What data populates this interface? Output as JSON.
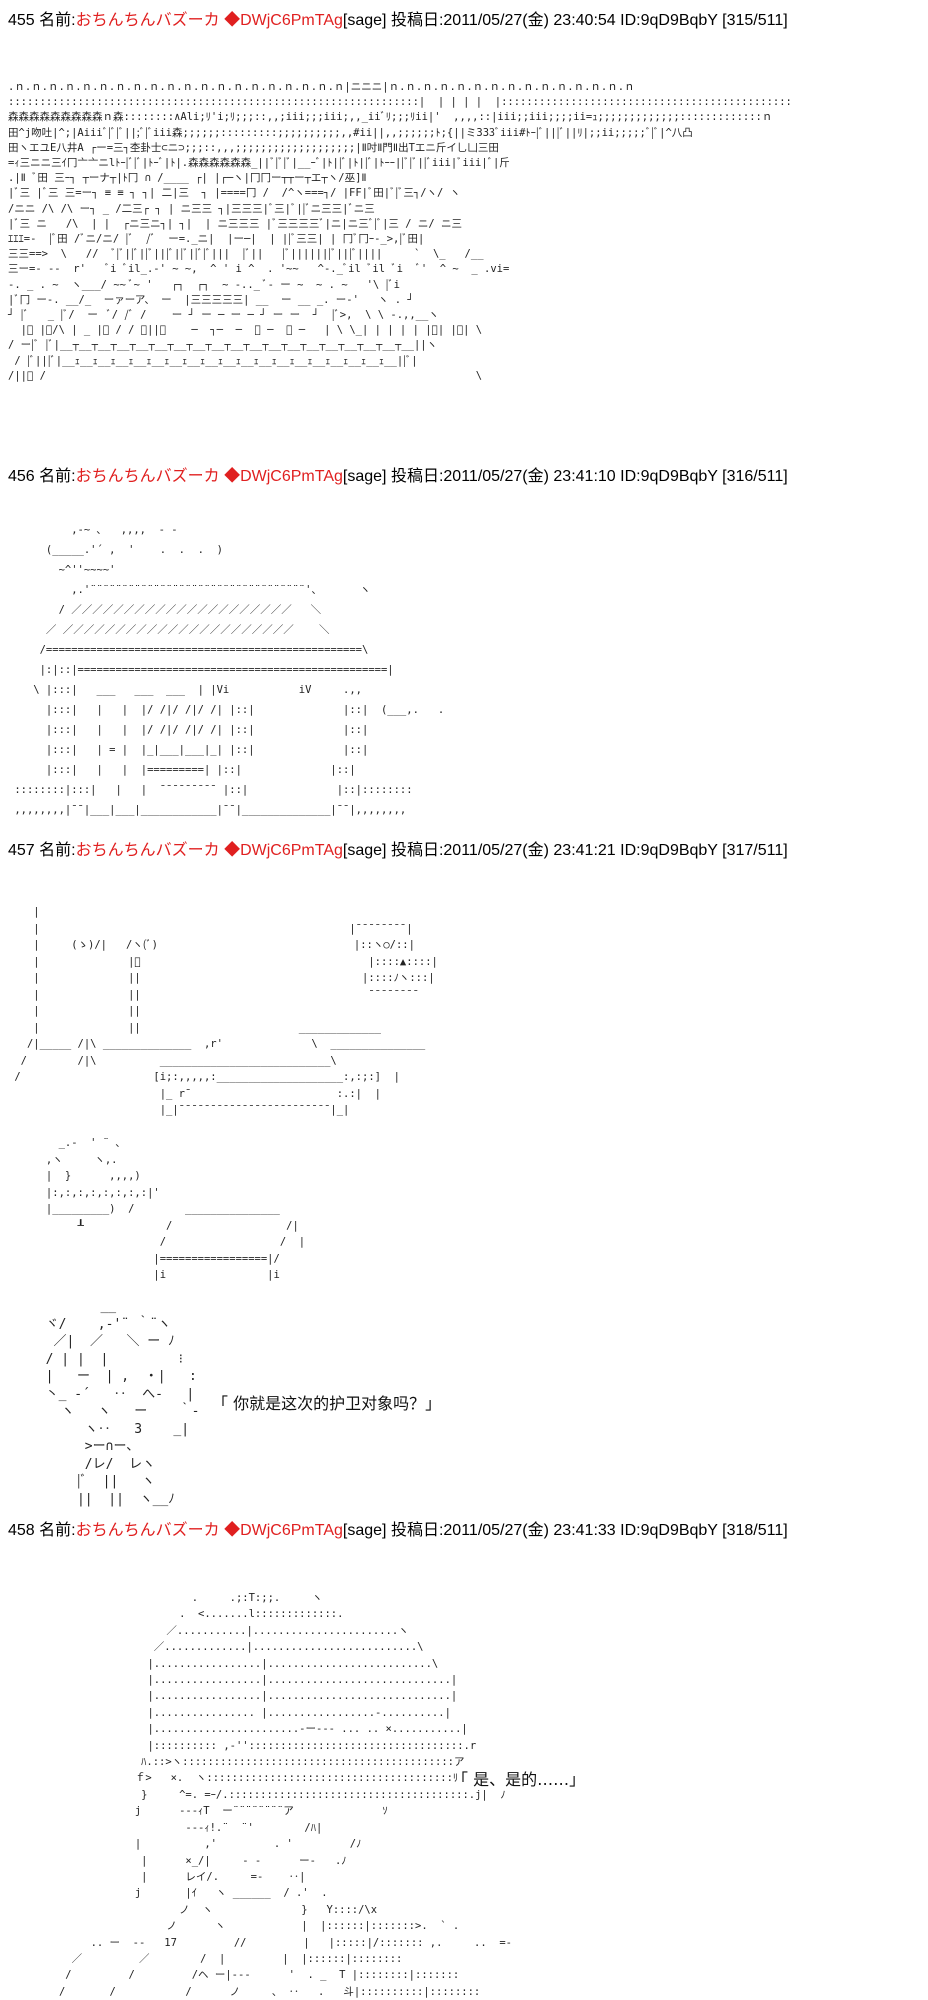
{
  "posts": [
    {
      "number": "455",
      "name_label": "名前:",
      "name": "おちんちんバズーカ",
      "trip": "◆DWjC6PmTAg",
      "mail": "[sage]",
      "date_label": "投稿日:",
      "date": "2011/05/27(金) 23:40:54",
      "id": "ID:9qD9BqbY",
      "count": "[315/511]"
    },
    {
      "number": "456",
      "name_label": "名前:",
      "name": "おちんちんバズーカ",
      "trip": "◆DWjC6PmTAg",
      "mail": "[sage]",
      "date_label": "投稿日:",
      "date": "2011/05/27(金) 23:41:10",
      "id": "ID:9qD9BqbY",
      "count": "[316/511]"
    },
    {
      "number": "457",
      "name_label": "名前:",
      "name": "おちんちんバズーカ",
      "trip": "◆DWjC6PmTAg",
      "mail": "[sage]",
      "date_label": "投稿日:",
      "date": "2011/05/27(金) 23:41:21",
      "id": "ID:9qD9BqbY",
      "count": "[317/511]",
      "dialog": "「 你就是这次的护卫对象吗？」"
    },
    {
      "number": "458",
      "name_label": "名前:",
      "name": "おちんちんバズーカ",
      "trip": "◆DWjC6PmTAg",
      "mail": "[sage]",
      "date_label": "投稿日:",
      "date": "2011/05/27(金) 23:41:33",
      "id": "ID:9qD9BqbY",
      "count": "[318/511]",
      "dialog": "「 是、是的……」"
    }
  ],
  "art": {
    "town": ".ｎ.ｎ.ｎ.ｎ.ｎ.ｎ.ｎ.ｎ.ｎ.ｎ.ｎ.ｎ.ｎ.ｎ.ｎ.ｎ.ｎ.ｎ.ｎ.ｎ|ニニニ|ｎ.ｎ.ｎ.ｎ.ｎ.ｎ.ｎ.ｎ.ｎ.ｎ.ｎ.ｎ.ｎ.ｎ.ｎ\n:::::::::::::::::::::::::::::::::::::::::::::::::::::::::::::::::|  | | | |  |::::::::::::::::::::::::::::::::::::::::::::::\n森森森森森森森森森ｎ森::::::::∧Ali;ﾘ'i;ﾘ;;;::,,;iii;;;iii;,,_iiﾞﾘ;;;ﾘii|'  ,,,,::|iii;;iii;;;;ii=ｭ;;;;;;;;;;;;;:::::::::::::ｎ\n田^j吻吐|^;|Aiiiﾞ|ﾞ|ﾞ||;ﾞ|ﾞiii森;;;;;;:::::::::;;;;;;;;;;,,#ii||,,;;;;;;ﾄ;{||ミ333ﾞiii#ﾄｰ|ﾞ|||ﾞ||ﾘ|;;ii;;;;;ﾞ|ﾞ|^八凸\n田ヽエユE八井A ┌ー=三┐杢卦士⊂ニ⊃;;;::,,,;;;;;;;;;;;;;;;;;;;|Ⅱ吋Ⅱ門Ⅱ出Tエニ斤イ乚凵三田\n=ｨ三ニニ三ｲ冂亠亠ニlﾄｰ|ﾞ|ﾞ|ﾄｰﾞ|ﾄ|.森森森森森森_||ﾞ|ﾞ|ﾞ|__ｰﾞ|ﾄ||ﾞ|ﾄ||ﾞ|ﾄｰｰ||ﾞ|ﾞ||ﾞiii|ﾞiii|ﾞ|斤\n.|Ⅱ ﾞ田 三ｰ┐ ┬ーナ┬|ﾄ冂 ∩ /____ ┌| |┌─ヽ|冂冂ー┬┬ー┬エ┬ヽ/巫]Ⅱ\n|ﾞ三 |ﾞ三 三=ー┐ ≡ ≡ ┐ ┐| 二|三  ┐ |====冂 /  /^ヽ===┐/ |FF|ﾞ田|ﾞ|ﾞ三┐/ヽ/ ヽ\n/ニニ /\\ /\\ ー┐ _ /二三┌ ┐ | ニ三三 ┐|三三三|ﾞ三|ﾞ||ﾞニ三三|ﾞニ三\n|ﾞ三 ニ   /\\  | |  ┌ニ三ニ┐| ┐|  | ニ三三三 |ﾞ三三三三ﾞ|ニ|ニ三ﾞ|ﾞ|三 / ニ/ ニ三\nｴｴｴ=-  |ﾞ田 /ﾞニ/ニ/ |ﾞ  /ﾞ  ー=._ニ|  |ー─|  | ||ﾞ三三| | 冂ﾞ冂ｰ‐_>,|ﾞ田|\n三三==>  \\   //  ﾞ|ﾞ||ﾞ||ﾞ|||ﾞ||ﾞ||ﾞ|ﾞ|||  |ﾞ||   |ﾞ|||||||ﾞ|||ﾞ||||     `  \\_   /__\n三ー=- --  r'   ﾞi ﾞil_.-' ~ ~,  ^ ' i ^  . '~~   ^-._ﾞil ﾞil ﾞi  ﾞ'  ^ ~  _ .vi=\n-. _ . ~  ヽ___/ ~~ ﾞ~ '   ┌┐  ┌┐  ~ ‐.._ ﾞ- ー ~  ~ . ~   '\\ |ﾞi\n|ﾞ冂 ー-. __/_  ーァーア、 ー  |三三三三三| __  ー __ _. ー-'   ヽ . ┘\n┘ |ﾞ   _ |ﾞ/  ー  ﾞ/ /ﾞ /    ー ┘ ー ─ ー ─ ┘ ー ー  ┘  |ﾞ>,  \\ \\ -.,,__ヽ\n  |ﾞ |ﾞ/\\ | _ |ﾞ / / ﾞ||ﾞ    ─  ┐─  ─  ー ─  ー ─   | \\ \\_| | | | | |ﾞ| |ﾞ| \\\n/ ー|ﾞ |ﾞ|__┬__┬__┬__┬__┬__┬__┬__┬__┬__┬__┬__┬__┬__┬__┬__┬__┬__┬__||ヽ\n / |ﾞ|||ﾞ|__ｪ__ｪ__ｪ__ｪ__ｪ__ｪ__ｪ__ｪ__ｪ__ｪ__ｪ__ｪ__ｪ__ｪ__ｪ__ｪ__ｪ__ｪ__||ﾞ|\n/||ﾞ /                                                                    \\",
    "house": "          ,-~ ､   ,,,,  - -\n      (_____.'´ ,  '    .  .  .  )\n        ~^''~~~~'\n          ,.'¨¨¨¨¨¨¨¨¨¨¨¨¨¨¨¨¨¨¨¨¨¨¨¨¨¨¨¨¨¨¨¨¨¨'、      ヽ\n        / ／／／／／／／／／／／／／／／／／／／／／   ＼\n      ／ ／／／／／／／／／／／／／／／／／／／／／／    ＼\n     /==================================================\\\n     |:|::|=================================================|\n    \\ |:::|   ___   ___  ___  | |Vi           iV     .,,\n      |:::|   |   |  |/ /|/ /|/ /| |::|              |::|  (___,.   .\n      |:::|   |   |  |/ /|/ /|/ /| |::|              |::|\n      |:::|   | = |  |_|___|___|_| |::|              |::|\n      |:::|   |   |  |=========| |::|              |::|\n ::::::::|:::|   |   |  ¯¯¯¯¯¯¯¯¯ |::|              |::|::::::::\n ,,,,,,,,|¯¯|___|___|____________|¯¯|______________|¯¯|,,,,,,,,",
    "room": "    |\n    |                                                 |¯¯¯¯¯¯¯¯|\n    |     (ゝ)/|   /ヽ(ﾞ)                               |::ヽ○/::|\n    |              |ﾞ                                    |::::▲::::|\n    |              ||                                   |::::ﾉヽ:::|\n    |              ||                                    ¯¯¯¯¯¯¯¯\n    |              ||\n    |              ||                         _____________\n   /|_____ /|\\ ______________  ,r'              \\  _______________\n  /        /|\\          ___________________________\\\n /                     [i;:,,,,,:____________________:,:;:]  |\n                        |_ r¯                       :.:|  |\n                        |_|¯¯¯¯¯¯¯¯¯¯¯¯¯¯¯¯¯¯¯¯¯¯¯¯|_|\n\n        _.-  ' ¨ ､\n      ,ヽ     ヽ,.\n      |  }      ,,,,)\n      |:,:,:,:,:,:,:,:|'\n      |_________)  /        _______________\n           ┸             /                  /|\n                        /                  /  |\n                       |=================|/\n                       |i                |i",
    "boy": "         __\n  ヾ/    ,-'¨ ｀¨ヽ\n   ／|  ／   ＼ ー ﾉ\n  / | |  |         ⁝\n  |   ー  | ,  ・|   :\n  丶_ -´   ‥  へ‐   |\n    ヽ   ヽ   ー    ｀‐\n       ヽ‥   3    _|\n       >ー∩ー、\n       /レ/  レヽ\n      |ﾞ  ||   ヽ\n      ||  ||  ヽ__ﾉ",
    "man": "                        .     .;:T:;;.     ヽ\n                      .  <.......l:::::::::::::.\n                    ／...........|.......................ヽ\n                  ／.............|..........................\\\n                 |.................|..........................\\\n                 |.................|.............................|\n                 |.................|.............................|\n                 |................ |.................-..........|\n                 |.......................-ー‐-- ... .. ×...........|\n                 |:::::::::: ,-''::::::::::::::::::::::::::::::::::.r\n                ﾊ.::>ヽ:::::::::::::::::::::::::::::::::::::::::::ア\n               ｆ>   ×.  ヽ:::::::::::::::::::::::::::::::::::::::ﾘ\n                }     ^=. =ｰ/.::::::::::::::::::::::::::::::::::::::.j|  ﾉ\n               j      ---ｨT  ー¨¨¨¨¨¨¨¨ア              ｿ\n                       ---ｨ!.¨  ¨'        /ﾊ|\n               |          ,'         . '         /ﾉ\n                |      ×_/|     ‐ -      ー-   .ﾉ\n                |      レイ/.     =-    ‥|\n               j       |ｲ   ヽ ______  / .'  .\n                      ノ  ヽ              }   Y::::/\\x\n                    ノ      ヽ            |  |::::::|:::::::>.  ` .\n        .. ー  --   17         //         |   |:::::|/::::::: ,.     ..  =-\n     ／         ／        /  |         |  |::::::|::::::::\n    /         /         /ヘ ー|-‐-      '  . _  T |::::::::|:::::::\n   /       /           /      ノ     、 ‥   .   斗|::::::::::|::::::::"
  }
}
